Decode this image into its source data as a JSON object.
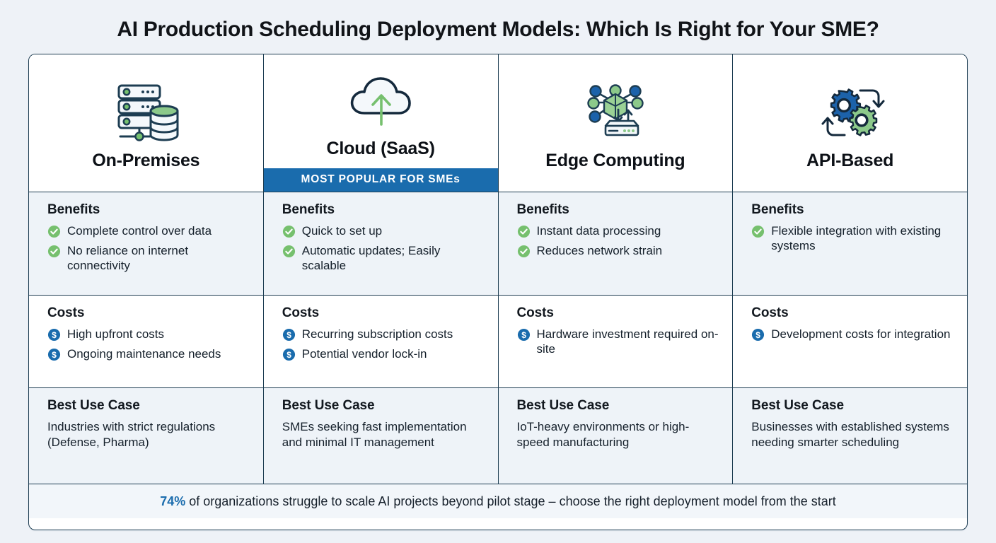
{
  "title": "AI Production Scheduling Deployment Models: Which Is Right for Your SME?",
  "colors": {
    "accent_blue": "#1a6cad",
    "check_green": "#76c06e",
    "cost_blue": "#1a6cad",
    "border": "#1d3d52",
    "page_bg": "#eef2f7",
    "row_tint": "#eef3f8"
  },
  "section_labels": {
    "benefits": "Benefits",
    "costs": "Costs",
    "use_case": "Best Use Case"
  },
  "columns": [
    {
      "name": "On-Premises",
      "icon": "server-database-icon",
      "badge": null,
      "benefits": [
        "Complete control over data",
        "No reliance on internet connectivity"
      ],
      "costs": [
        "High upfront costs",
        "Ongoing maintenance needs"
      ],
      "use_case": "Industries with strict regulations (Defense, Pharma)"
    },
    {
      "name": "Cloud (SaaS)",
      "icon": "cloud-upload-icon",
      "badge": "MOST POPULAR FOR SMEs",
      "benefits": [
        "Quick to set up",
        "Automatic updates; Easily scalable"
      ],
      "costs": [
        "Recurring subscription costs",
        "Potential vendor lock-in"
      ],
      "use_case": "SMEs seeking fast implementation and minimal IT management"
    },
    {
      "name": "Edge Computing",
      "icon": "network-node-device-icon",
      "badge": null,
      "benefits": [
        "Instant data processing",
        "Reduces network strain"
      ],
      "costs": [
        "Hardware investment required on-site"
      ],
      "use_case": "IoT-heavy environments or high-speed manufacturing"
    },
    {
      "name": "API-Based",
      "icon": "gears-sync-icon",
      "badge": null,
      "benefits": [
        "Flexible integration with existing systems"
      ],
      "costs": [
        "Development costs for integration"
      ],
      "use_case": "Businesses with established systems needing smarter scheduling"
    }
  ],
  "footer": {
    "stat": "74%",
    "text": "of organizations struggle to scale AI projects beyond pilot stage – choose the right deployment model from the start"
  }
}
